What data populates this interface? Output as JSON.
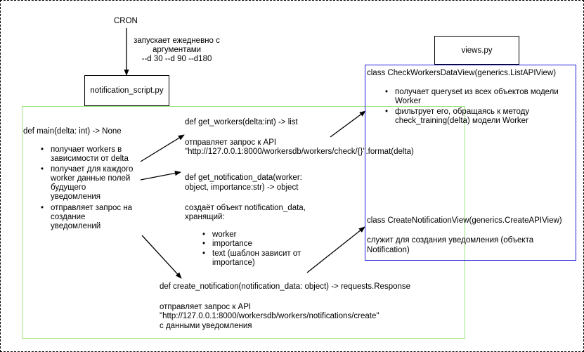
{
  "cron": {
    "label": "CRON"
  },
  "cron_note": {
    "line1": "запускает ежедневно с",
    "line2": "аргументами",
    "line3": "--d 30 --d 90 --d180"
  },
  "notification_script": {
    "label": "notification_script.py"
  },
  "views": {
    "label": "views.py"
  },
  "main_func": {
    "signature": "def main(delta: int) -> None",
    "items": [
      {
        "line1": "получает workers в",
        "line2": "зависимости от delta"
      },
      {
        "line1": "получает для каждого",
        "line2": "worker данные полей",
        "line3": "будущего",
        "line4": "уведомления"
      },
      {
        "line1": "отправляет запрос на",
        "line2": "создание",
        "line3": "уведомлений"
      }
    ]
  },
  "get_workers": {
    "signature": "def get_workers(delta:int) -> list",
    "desc1": "отправляет запрос к API",
    "desc2": "\"http://127.0.0.1:8000/workersdb/workers/check/{}\".format(delta)"
  },
  "get_notification_data": {
    "signature1": "def get_notification_data(worker:",
    "signature2": "object, importance:str) -> object",
    "desc1": "создаёт объект notification_data,",
    "desc2": "хранящий:",
    "items": [
      "worker",
      "importance",
      "text (шаблон зависит от"
    ],
    "item3_cont": "importance)"
  },
  "create_notification": {
    "signature": "def create_notification(notification_data: object) -> requests.Response",
    "desc1": "отправляет запрос к API",
    "desc2": "\"http://127.0.0.1:8000/workersdb/workers/notifications/create\"",
    "desc3": "с данными уведомления"
  },
  "check_view": {
    "signature": "class CheckWorkersDataView(generics.ListAPIView)",
    "items": [
      {
        "line1": "получает queryset из всех объектов модели",
        "line2": "Worker"
      },
      {
        "line1": "фильтрует его, обращаясь к методу",
        "line2": "check_training(delta) модели Worker"
      }
    ]
  },
  "create_view": {
    "signature": "class CreateNotificationView(generics.CreateAPIView)",
    "desc1": "служит для создания уведомления (объекта",
    "desc2": "Notification)"
  }
}
